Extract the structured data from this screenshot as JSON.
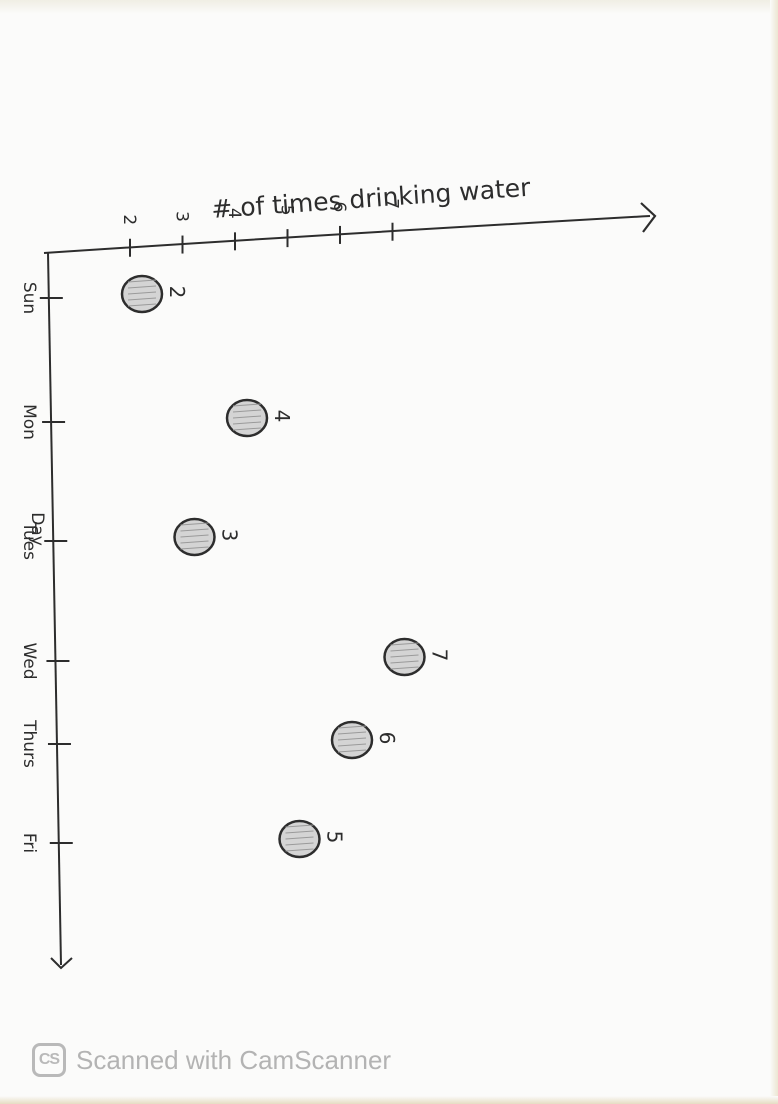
{
  "chart_data": {
    "type": "scatter",
    "title": "",
    "xlabel": "# of times drinking water",
    "ylabel": "Day",
    "x_ticks": [
      "2",
      "3",
      "4",
      "5",
      "6",
      "7"
    ],
    "categories": [
      "Sun",
      "Mon",
      "Tues",
      "Wed",
      "Thurs",
      "Fri"
    ],
    "values": [
      2,
      4,
      3,
      7,
      6,
      5
    ],
    "point_labels": [
      "2",
      "4",
      "3",
      "7",
      "6",
      "5"
    ],
    "xlim": [
      2,
      7
    ],
    "grid": false,
    "colors": {
      "ink": "#2d2d2d",
      "fill": "#d4d4d4"
    }
  },
  "watermark": {
    "logo": "CS",
    "text": "Scanned with CamScanner"
  }
}
